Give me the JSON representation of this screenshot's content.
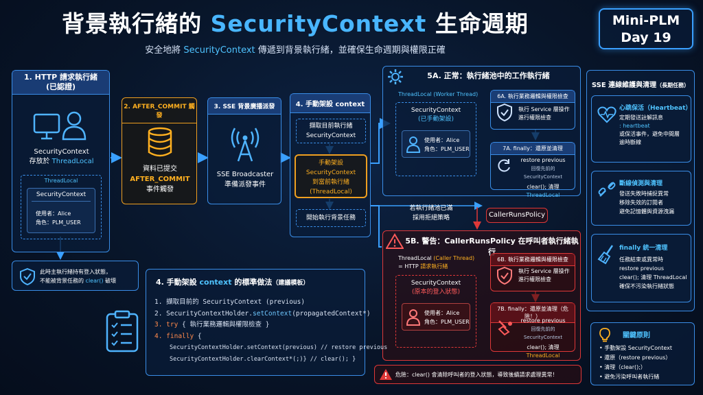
{
  "header": {
    "title_pre": "背景執行緒的 ",
    "title_hl": "SecurityContext",
    "title_post": " 生命週期",
    "subtitle_pre": "安全地將 ",
    "subtitle_hl": "SecurityContext",
    "subtitle_post": " 傳遞到背景執行緒，並確保生命週期與權限正確",
    "badge_line1": "Mini-PLM",
    "badge_line2": "Day 19"
  },
  "step1": {
    "title_line1": "1. HTTP 請求執行緒",
    "title_line2": "(已認證)",
    "desc_line1": "SecurityContext",
    "desc_line2_pre": "存放於 ",
    "desc_line2_hl": "ThreadLocal",
    "tl_label": "ThreadLocal",
    "sc_label": "SecurityContext",
    "user": "使用者：Alice",
    "role": "角色：PLM_USER",
    "note_line1": "此時主執行緒持有登入狀態，",
    "note_line2_pre": "不能被背景任務的 ",
    "note_line2_hl": "clear()",
    "note_line2_post": " 破壞"
  },
  "step2": {
    "title": "2. AFTER_COMMIT 觸發",
    "line1": "資料已提交",
    "line2": "AFTER_COMMIT",
    "line3": "事件觸發"
  },
  "step3": {
    "title": "3. SSE 背景廣播派發",
    "line1": "SSE Broadcaster",
    "line2": "準備派發事件"
  },
  "step4": {
    "title": "4. 手動架設 context",
    "box1_line1": "擷取目前執行緒",
    "box1_line2": "SecurityContext",
    "box2_line1": "手動架設",
    "box2_line2": "SecurityContext",
    "box2_line3": "到當前執行緒",
    "box2_line4": "(ThreadLocal)",
    "box3": "開始執行背景任務"
  },
  "step5a": {
    "title": "5A. 正常：執行緒池中的工作執行緒",
    "tl_label": "ThreadLocal (Worker Thread)",
    "sc_line1": "SecurityContext",
    "sc_line2": "(已手動架設)",
    "user": "使用者：Alice",
    "role": "角色：PLM_USER",
    "s6a_title": "6A. 執行業務邏輯與權限檢查",
    "s6a_line1": "執行 Service 層操作",
    "s6a_line2": "進行權限檢查",
    "s7a_title": "7A. finally：還原並清理",
    "s7a_line1": "restore previous",
    "s7a_line2": "回復先前的 SecurityContext",
    "s7a_line3_pre": "clear(); 清理 ",
    "s7a_line3_hl": "ThreadLocal"
  },
  "reject": {
    "line1": "若執行緒池已滿",
    "line2": "採用拒絕策略",
    "policy": "CallerRunsPolicy"
  },
  "step5b": {
    "title": "5B. 警告：CallerRunsPolicy 在呼叫者執行緒執行",
    "tl_label_pre": "ThreadLocal ",
    "tl_label_hl": "(Caller Thread)",
    "tl_line2_pre": "= HTTP ",
    "tl_line2_hl": "請求執行緒",
    "sc_line1": "SecurityContext",
    "sc_line2": "(原本的登入狀態)",
    "user": "使用者：Alice",
    "role": "角色：PLM_USER",
    "s6b_title": "6B. 執行業務邏輯與權限檢查",
    "s6b_line1": "執行 Service 層操作",
    "s6b_line2": "進行權限檢查",
    "s7b_title": "7B. finally：還原並清理（危險！）",
    "s7b_line1": "restore previous",
    "s7b_line2": "回復先前的 SecurityContext",
    "s7b_line3_pre": "clear(); 清理 ",
    "s7b_line3_hl": "ThreadLocal",
    "danger": "危險：clear() 會清除呼叫者的登入狀態，導致後續請求處理異常！"
  },
  "template": {
    "title_pre": "4. 手動架設 ",
    "title_hl": "context",
    "title_mid": " 的標準做法",
    "title_post": "（建議模板）",
    "l1": "1. 擷取目前的 SecurityContext (previous)",
    "l2_pre": "2. SecurityContextHolder.",
    "l2_m": "setContext",
    "l2_post": "(propagatedContext*)",
    "l3_k": "3. try",
    "l3_post": " { 執行業務邏輯與權限檢查 }",
    "l4_k": "4. finally",
    "l4_post": " {",
    "l5": "SecurityContextHolder.setContext(previous) // restore previous",
    "l6": "SecurityContextHolder.clearContext*(;)}    // clear(); }"
  },
  "sse": {
    "title": "SSE 連線維護與清理",
    "title_sub": "（長期任務）",
    "hb_title": "心跳保活（Heartbeat）",
    "hb_l1": "定期發送註解訊息",
    "hb_l2": ": heartbeat",
    "hb_l3": "或保活事件，避免中間層",
    "hb_l4": "逾時斷線",
    "dc_title": "斷線偵測與清理",
    "dc_l1": "發送失敗時捕捉異常",
    "dc_l2": "移除失效的訂閱者",
    "dc_l3": "避免記憶體與資源洩漏",
    "fn_title": "finally 統一清理",
    "fn_l1": "任務結束或異常時",
    "fn_l2": "restore previous",
    "fn_l3": "clear(); 清理 ThreadLocal",
    "fn_l4": "確保不污染執行緒狀態"
  },
  "principles": {
    "title": "關鍵原則",
    "items": [
      "• 手動架設 SecurityContext",
      "• 還原（restore previous）",
      "• 清理（clear();）",
      "• 避免污染呼叫者執行緒"
    ]
  }
}
